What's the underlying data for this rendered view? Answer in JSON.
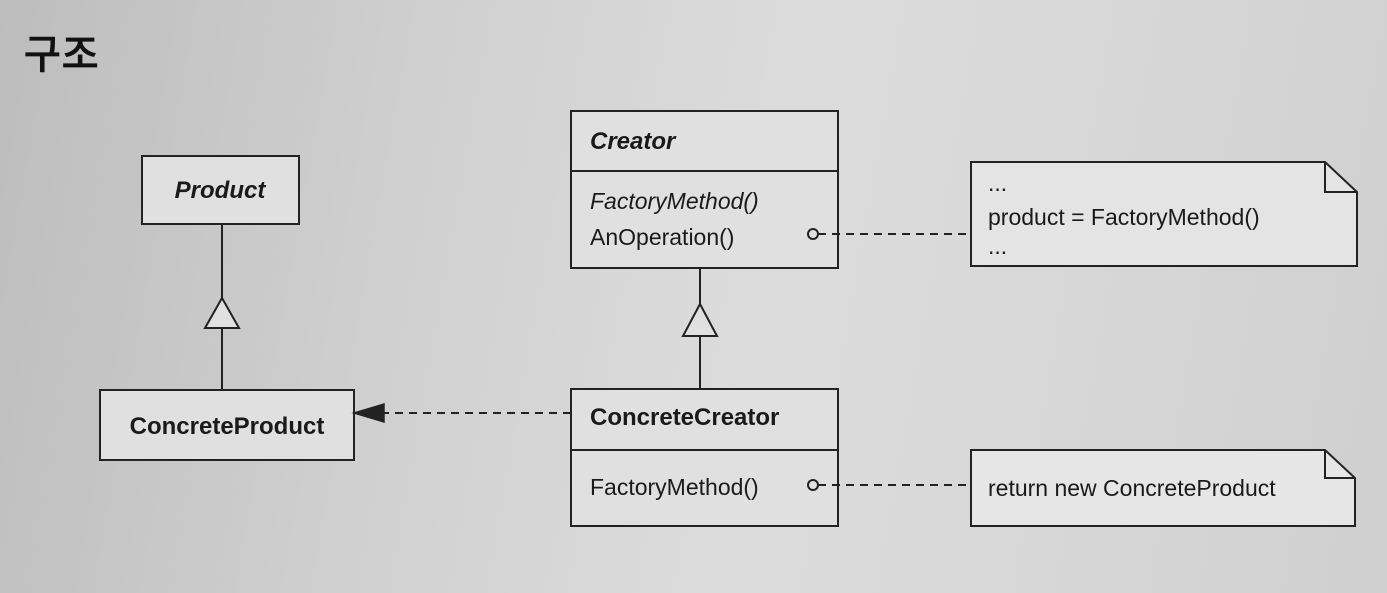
{
  "title": "구조",
  "product": {
    "name": "Product"
  },
  "concrete_product": {
    "name": "ConcreteProduct"
  },
  "creator": {
    "name": "Creator",
    "operations": [
      "FactoryMethod()",
      "AnOperation()"
    ]
  },
  "concrete_creator": {
    "name": "ConcreteCreator",
    "operations": [
      "FactoryMethod()"
    ]
  },
  "note_creator": {
    "lines": [
      "...",
      "product = FactoryMethod()",
      "..."
    ]
  },
  "note_concrete_creator": {
    "lines": [
      "return new ConcreteProduct"
    ]
  }
}
